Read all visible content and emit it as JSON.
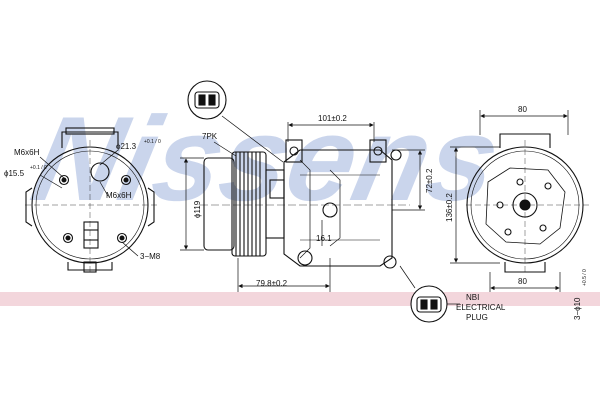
{
  "watermark": {
    "text": "Nissens",
    "color": "#b9c7e6"
  },
  "colors": {
    "line": "#111111",
    "band": "#f3d6dc",
    "watermark": "#b9c7e6",
    "dim": "#333333"
  },
  "left_view": {
    "labels": {
      "m6x6h_top": "M6x6H",
      "d15_5": "ϕ15.5",
      "d15_5_tol": "+0.1 / 0",
      "d21_3": "ϕ21.3",
      "d21_3_tol": "+0.1 / 0",
      "m6x6h_side": "M6x6H",
      "m8": "3−M8"
    }
  },
  "center_view": {
    "labels": {
      "belt": "7PK",
      "dim_101": "101±0.2",
      "dim_119": "ϕ119",
      "dim_72": "72±0.2",
      "dim_16": "16.1",
      "dim_79_8": "79.8±0.2"
    }
  },
  "right_view": {
    "labels": {
      "dim_top": "80",
      "dim_136": "136±0.2",
      "dim_bottom": "80",
      "holes": "3−ϕ10",
      "holes_tol": "+0.5 / 0"
    }
  },
  "plug_note": {
    "line1": "NBI",
    "line2": "ELECTRICAL",
    "line3": "PLUG"
  }
}
